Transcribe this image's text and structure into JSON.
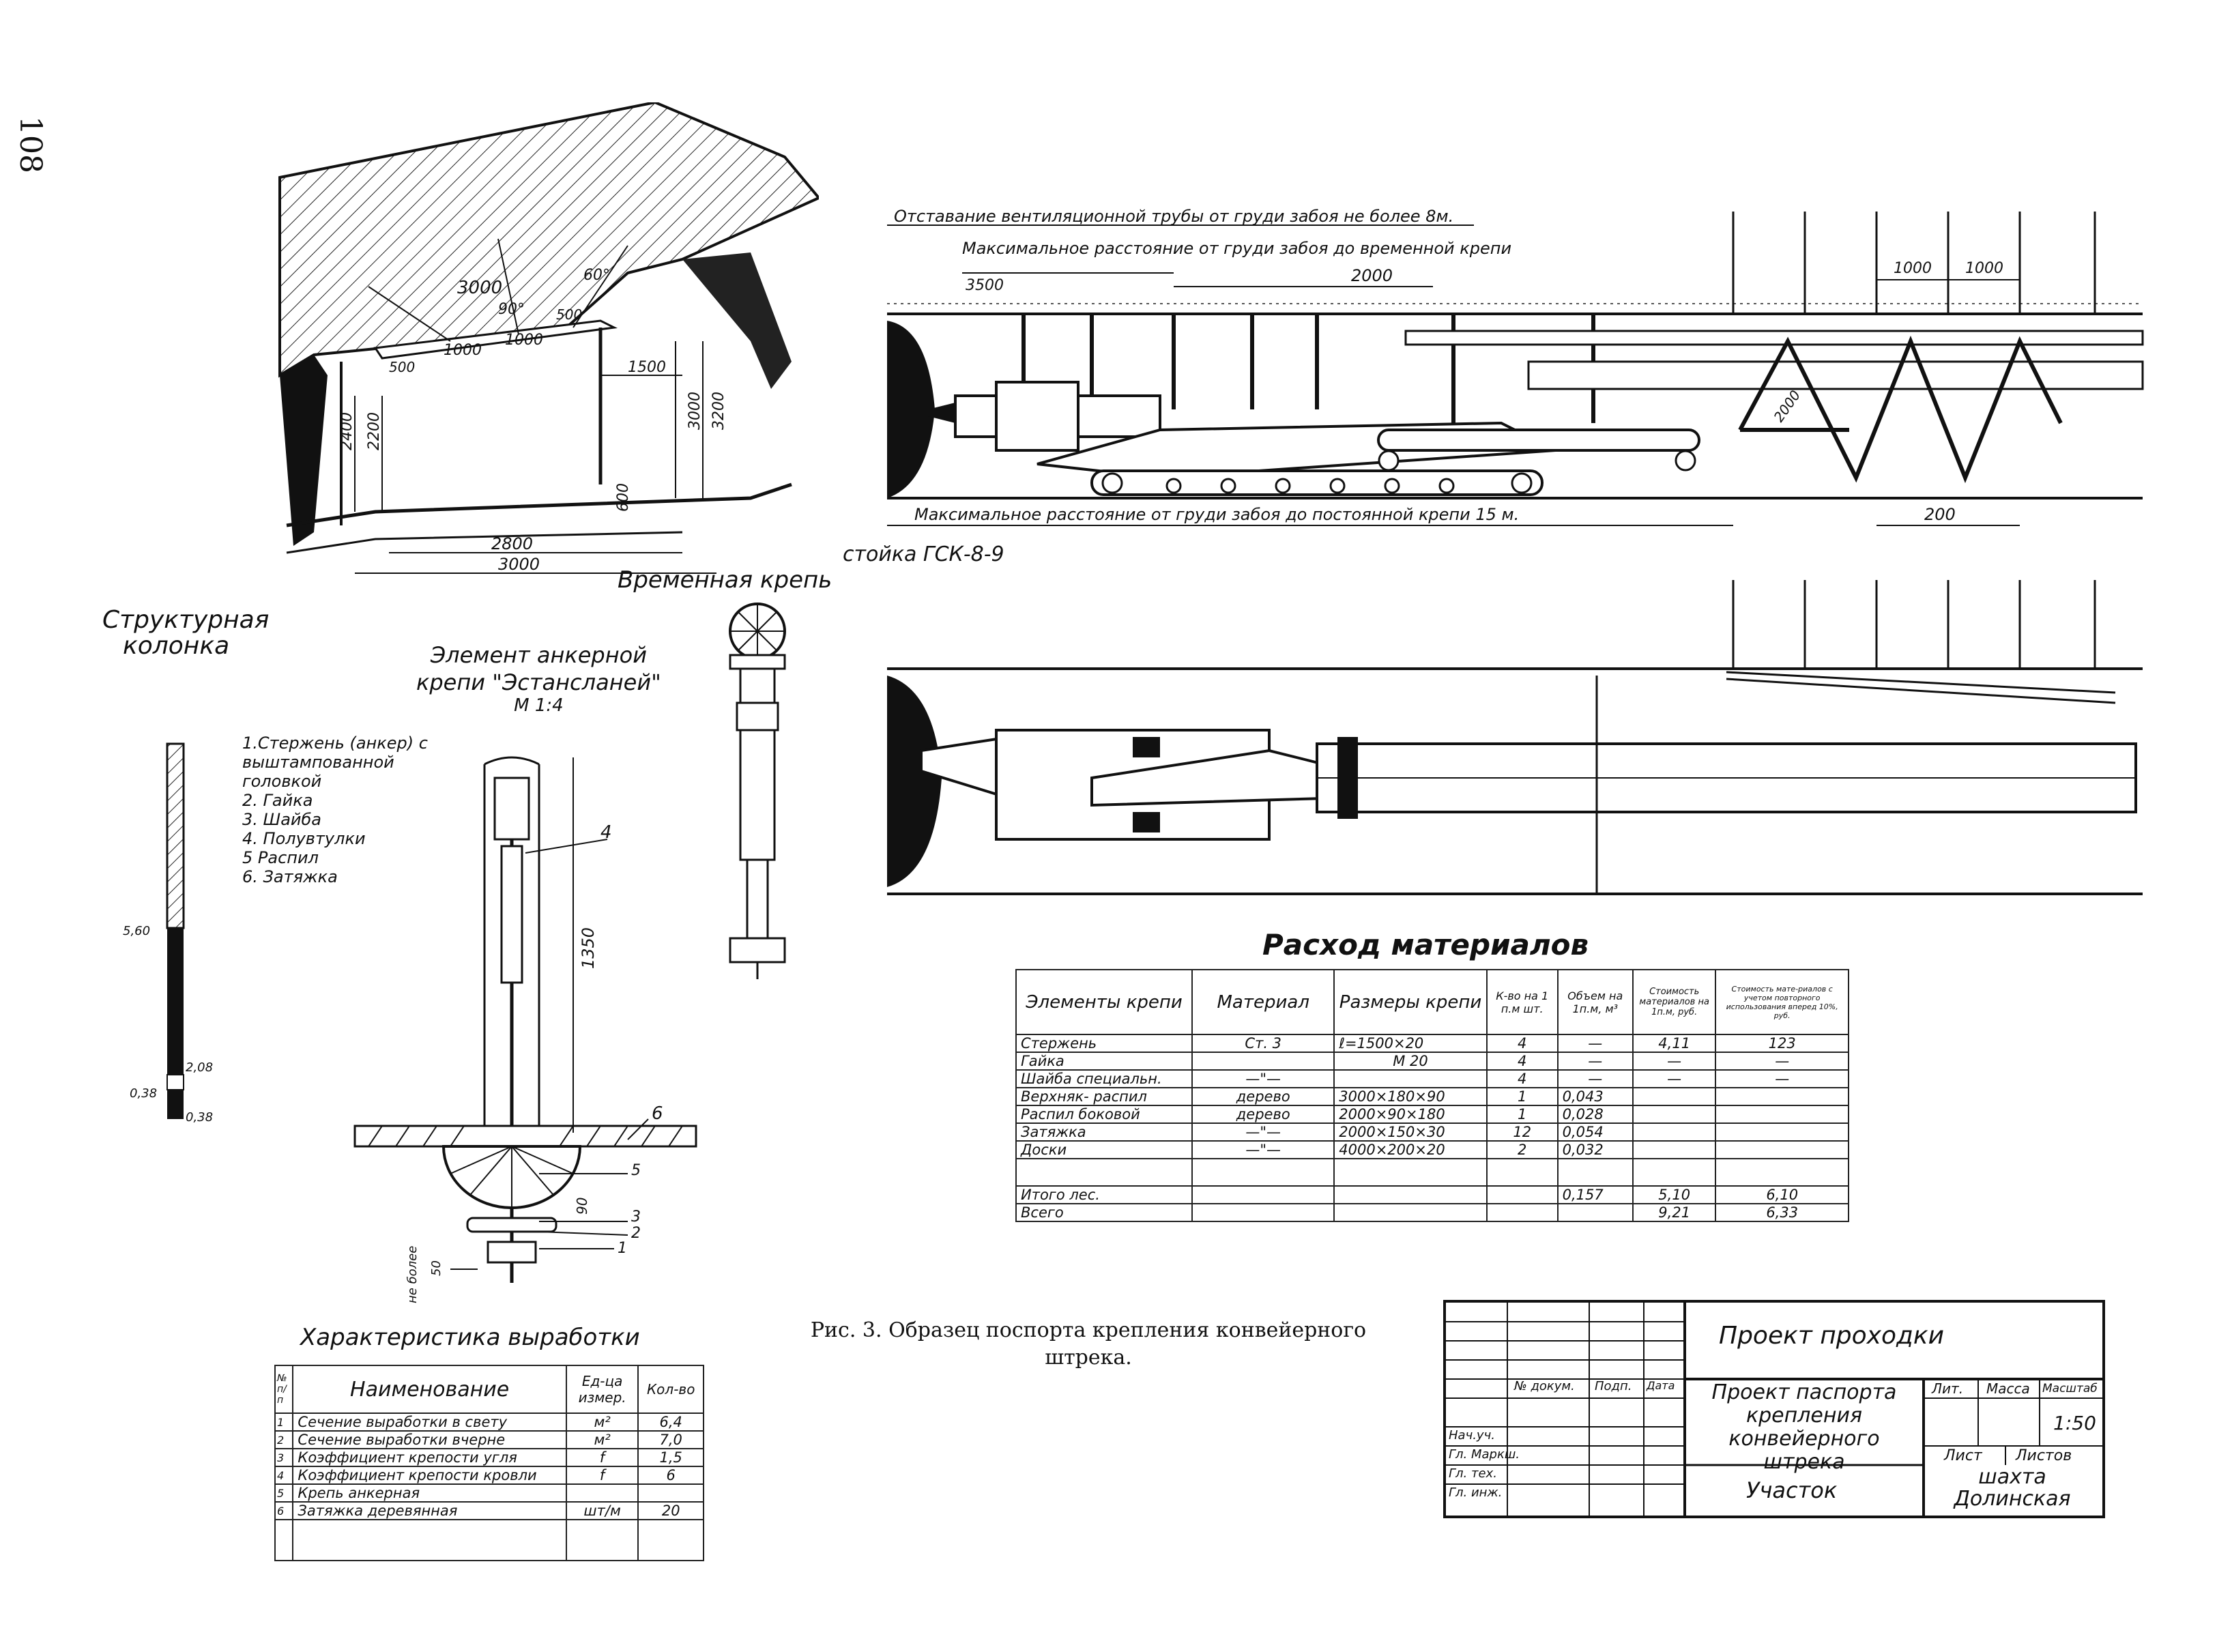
{
  "page_number": "108",
  "figure_caption": "Рис. 3. Образец поспорта крепления конвейерного штрека.",
  "cross_section": {
    "dims": [
      "3000",
      "90°",
      "60°",
      "500",
      "1000",
      "1000",
      "500",
      "1500",
      "2400",
      "2200",
      "3000",
      "3200",
      "600",
      "2800",
      "3000"
    ],
    "label": "Временная крепь"
  },
  "longitudinal_section": {
    "top_note": "Отставание вентиляционной трубы от груди забоя не более 8м.",
    "max_temp_note": "Максимальное расстояние от груди забоя до временной крепи",
    "dim_3500": "3500",
    "dim_2000": "2000",
    "dim_1000a": "1000",
    "dim_1000b": "1000",
    "dim_2000_diag": "2000",
    "dim_200": "200",
    "max_perm_note": "Максимальное расстояние от груди забоя до постоянной крепи 15 м.",
    "stand_label": "стойка ГСК-8-9"
  },
  "structural_column": {
    "title_line1": "Структурная",
    "title_line2": "колонка",
    "marks": [
      "5,60",
      "2,08",
      "0,38",
      "0,38"
    ]
  },
  "anchor_element": {
    "title_line1": "Элемент анкерной",
    "title_line2": "крепи \"Эстансланей\"",
    "scale": "М 1:4",
    "legend": [
      "1.Стержень (анкер) с выштампованной головкой",
      "2. Гайка",
      "3. Шайба",
      "4. Полувтулки",
      "5 Распил",
      "6. Затяжка"
    ],
    "dims": [
      "1350",
      "90",
      "50",
      "не более"
    ],
    "callouts": [
      "4",
      "6",
      "5",
      "3",
      "2",
      "1"
    ]
  },
  "materials": {
    "title": "Расход материалов",
    "headers": [
      "Элементы крепи",
      "Материал",
      "Размеры крепи",
      "К-во на 1 п.м шт.",
      "Объем на 1п.м, м³",
      "Стоимость материалов на 1п.м, руб.",
      "Стоимость мате-риалов с учетом повторного использования вперед 10%, руб."
    ],
    "rows": [
      [
        "Стержень",
        "Ст. 3",
        "ℓ=1500×20",
        "4",
        "—",
        "4,11",
        "123"
      ],
      [
        "Гайка",
        "",
        "М 20",
        "4",
        "—",
        "—",
        "—"
      ],
      [
        "Шайба специальн.",
        "—\"—",
        "",
        "4",
        "—",
        "—",
        "—"
      ],
      [
        "Верхняк- распил",
        "дерево",
        "3000×180×90",
        "1",
        "0,043",
        "",
        ""
      ],
      [
        "Распил боковой",
        "дерево",
        "2000×90×180",
        "1",
        "0,028",
        "",
        ""
      ],
      [
        "Затяжка",
        "—\"—",
        "2000×150×30",
        "12",
        "0,054",
        "",
        ""
      ],
      [
        "Доски",
        "—\"—",
        "4000×200×20",
        "2",
        "0,032",
        "",
        ""
      ],
      [
        "",
        "",
        "",
        "",
        "",
        "",
        ""
      ],
      [
        "Итого лес.",
        "",
        "",
        "",
        "0,157",
        "5,10",
        "6,10"
      ],
      [
        "Всего",
        "",
        "",
        "",
        "",
        "9,21",
        "6,33"
      ]
    ]
  },
  "characteristics": {
    "title": "Характеристика выработки",
    "headers": [
      "№ п/п",
      "Наименование",
      "Ед-ца измер.",
      "Кол-во"
    ],
    "rows": [
      [
        "1",
        "Сечение выработки в свету",
        "м²",
        "6,4"
      ],
      [
        "2",
        "Сечение выработки вчерне",
        "м²",
        "7,0"
      ],
      [
        "3",
        "Коэффициент крепости угля",
        "f",
        "1,5"
      ],
      [
        "4",
        "Коэффициент крепости кровли",
        "f",
        "6"
      ],
      [
        "5",
        "Крепь анкерная",
        "",
        ""
      ],
      [
        "6",
        "Затяжка деревянная",
        "шт/м",
        "20"
      ],
      [
        "",
        "",
        "",
        ""
      ]
    ]
  },
  "title_block": {
    "project": "Проект проходки",
    "headers": [
      "№ докум.",
      "Подп.",
      "Дата"
    ],
    "roles": [
      "Нач.уч.",
      "Гл. Маркш.",
      "Гл. тех.",
      "Гл. инж."
    ],
    "doc_title": "Проект паспорта крепления конвейерного штрека",
    "col_labels": [
      "Лит.",
      "Масса",
      "Масштаб"
    ],
    "scale": "1:50",
    "sheet": "Лист",
    "sheets": "Листов",
    "section": "Участок",
    "mine": "шахта Долинская"
  }
}
